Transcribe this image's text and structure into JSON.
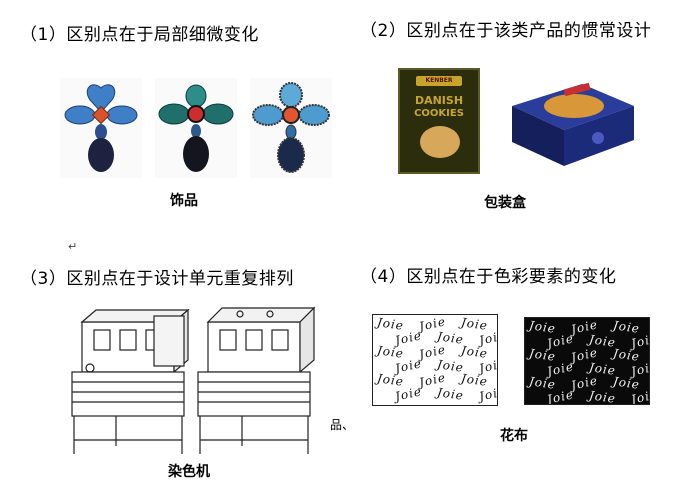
{
  "sections": [
    {
      "heading": "（1）区别点在于局部细微变化",
      "caption": "饰品"
    },
    {
      "heading": "（2）区别点在于该类产品的惯常设计",
      "caption": "包装盒"
    },
    {
      "heading": "（3）区别点在于设计单元重复排列",
      "caption": "染色机"
    },
    {
      "heading": "（4）区别点在于色彩要素的变化",
      "caption": "花布"
    }
  ],
  "tin_text": [
    "KENBER",
    "DANISH",
    "COOKIES"
  ],
  "fabric_word": "Joie",
  "stray": {
    "return_mark": "↵",
    "fragment": "品、"
  },
  "colors": {
    "tin_gold": "#c8a52a",
    "tin_dark": "#2b2d0c",
    "box_blue": "#1c2a7a",
    "jewel_blue": "#3f7fc7",
    "jewel_teal": "#1f6f6a"
  }
}
